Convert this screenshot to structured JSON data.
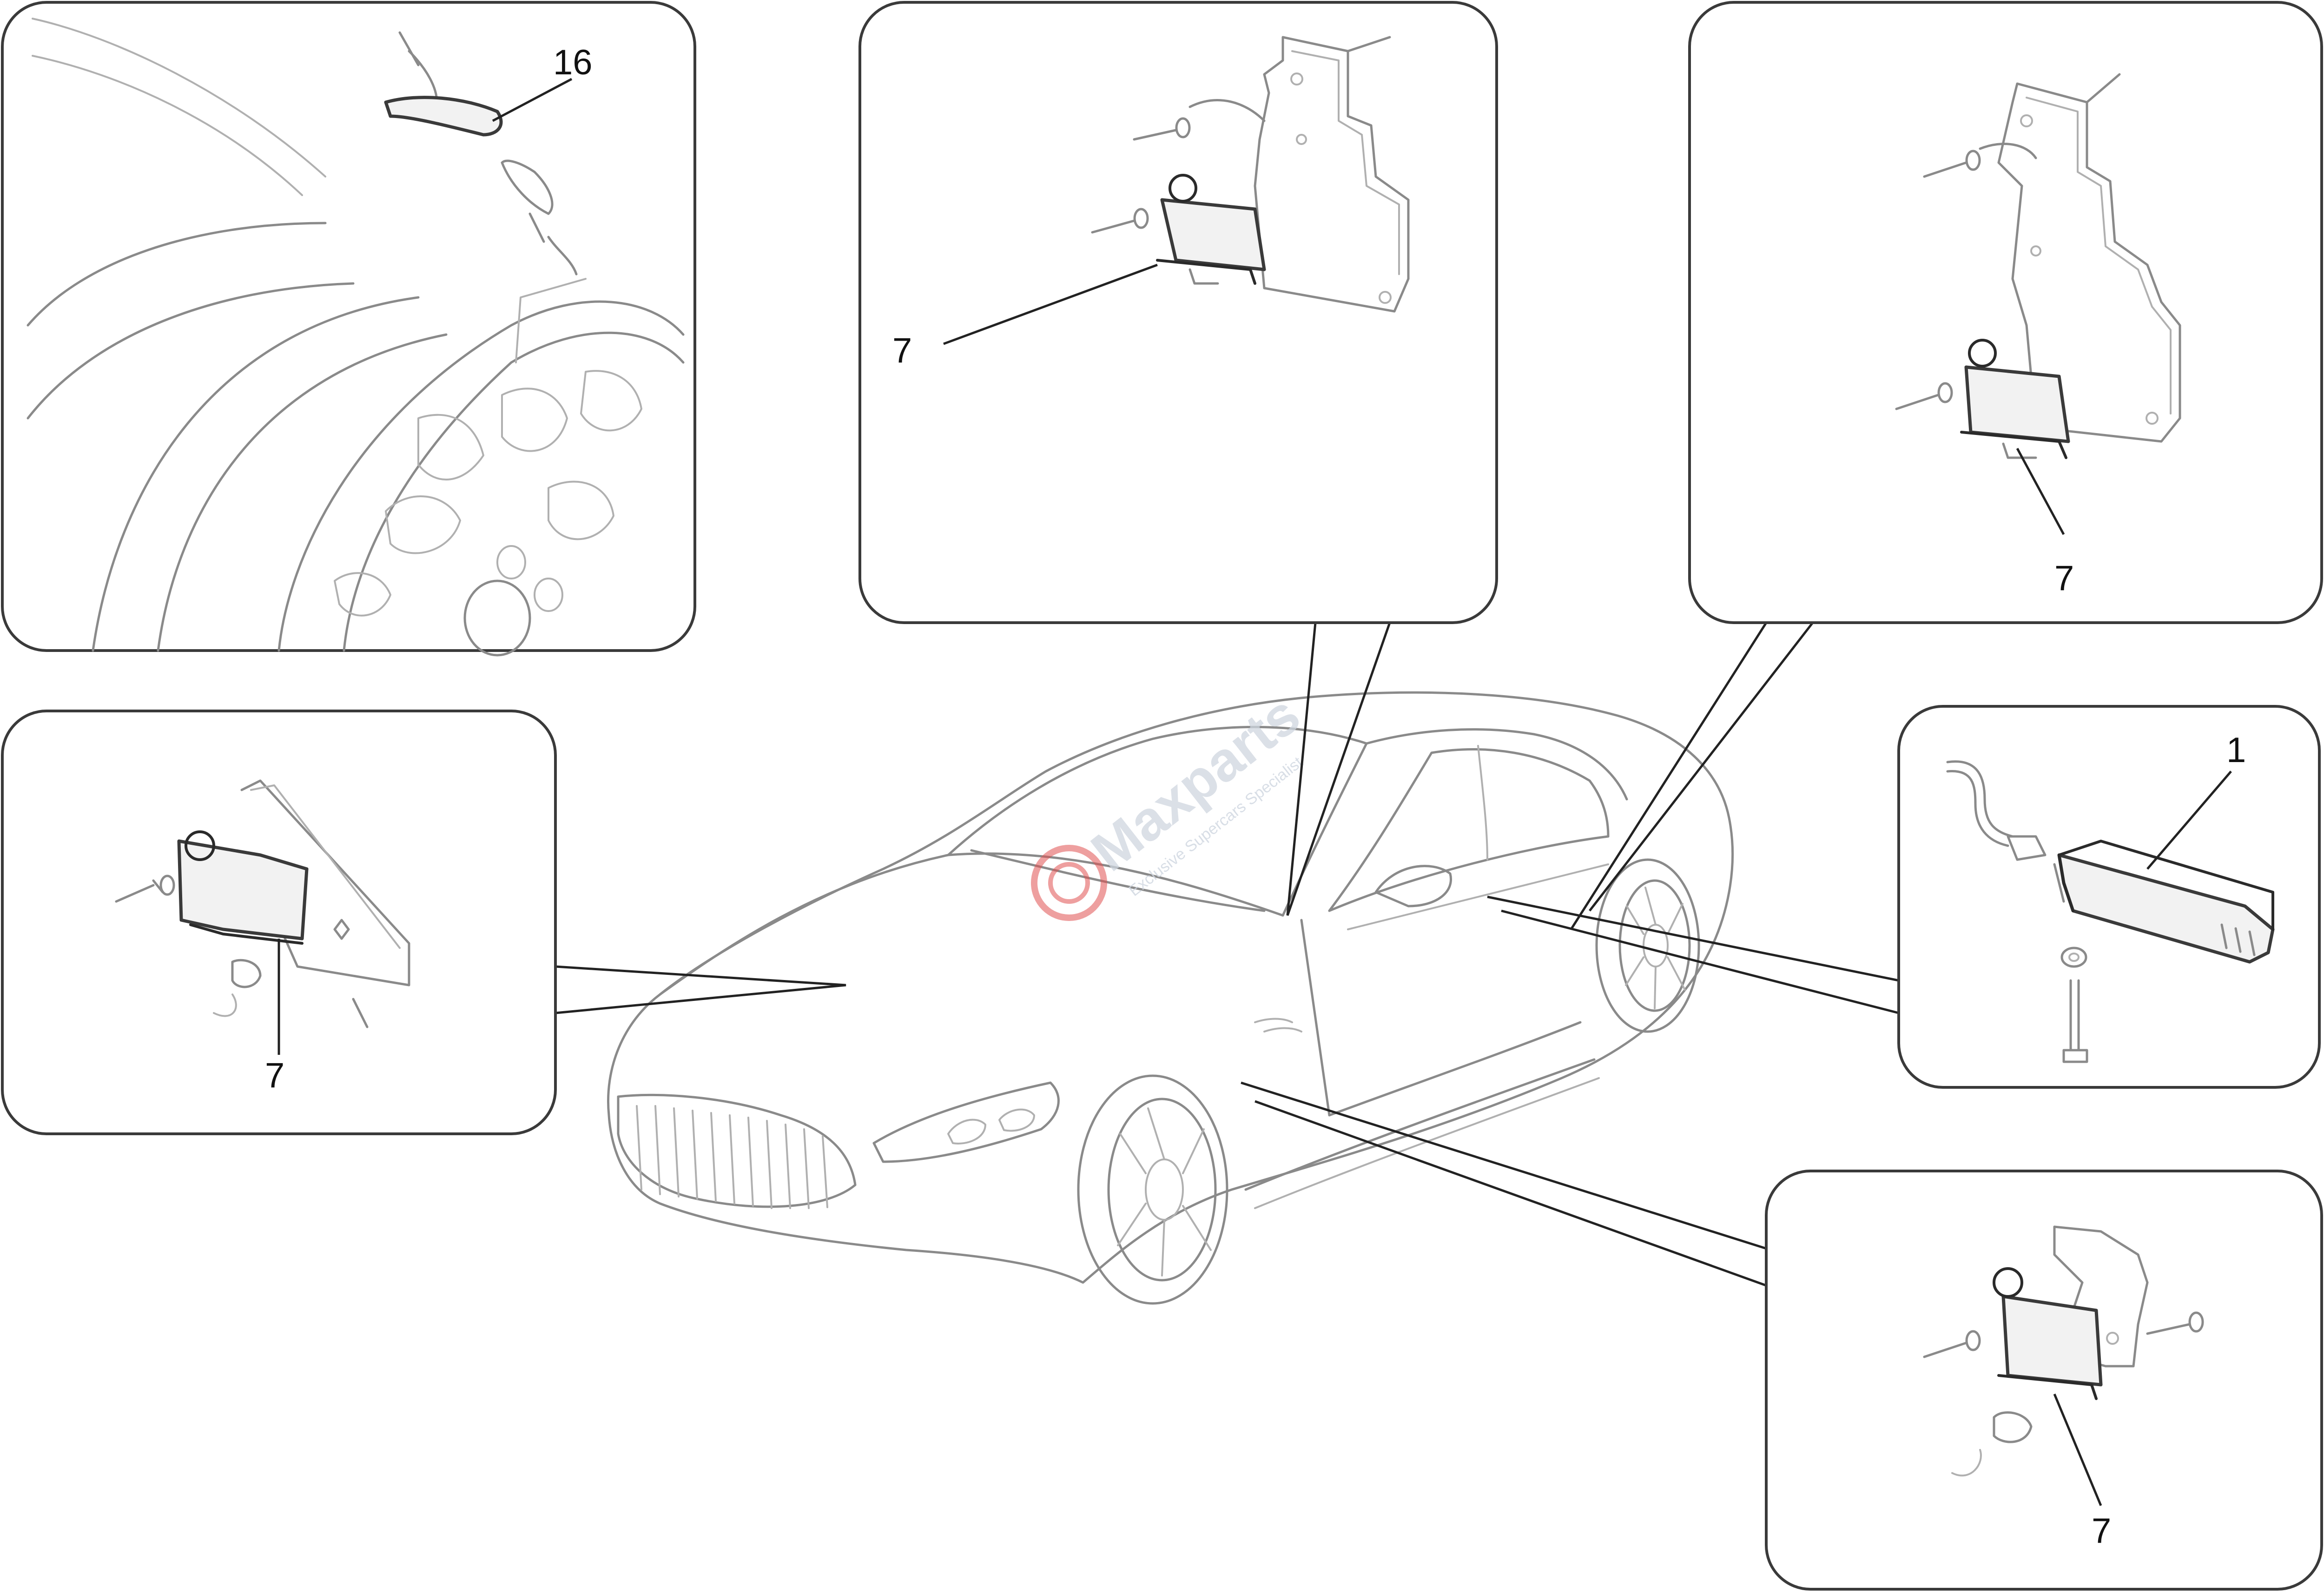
{
  "callouts": {
    "tpms_valve": "16",
    "receiver_a": "7",
    "receiver_b": "7",
    "receiver_c": "7",
    "receiver_d": "7",
    "tpms_module": "1"
  },
  "watermark": {
    "brand": "Maxparts",
    "tagline": "Exclusive Supercars Specialist"
  },
  "colors": {
    "outline": "#8a8a8a",
    "panel_border": "#3a3a3a",
    "watermark": "#cfd6e0",
    "watermark_logo": "#e05050"
  }
}
